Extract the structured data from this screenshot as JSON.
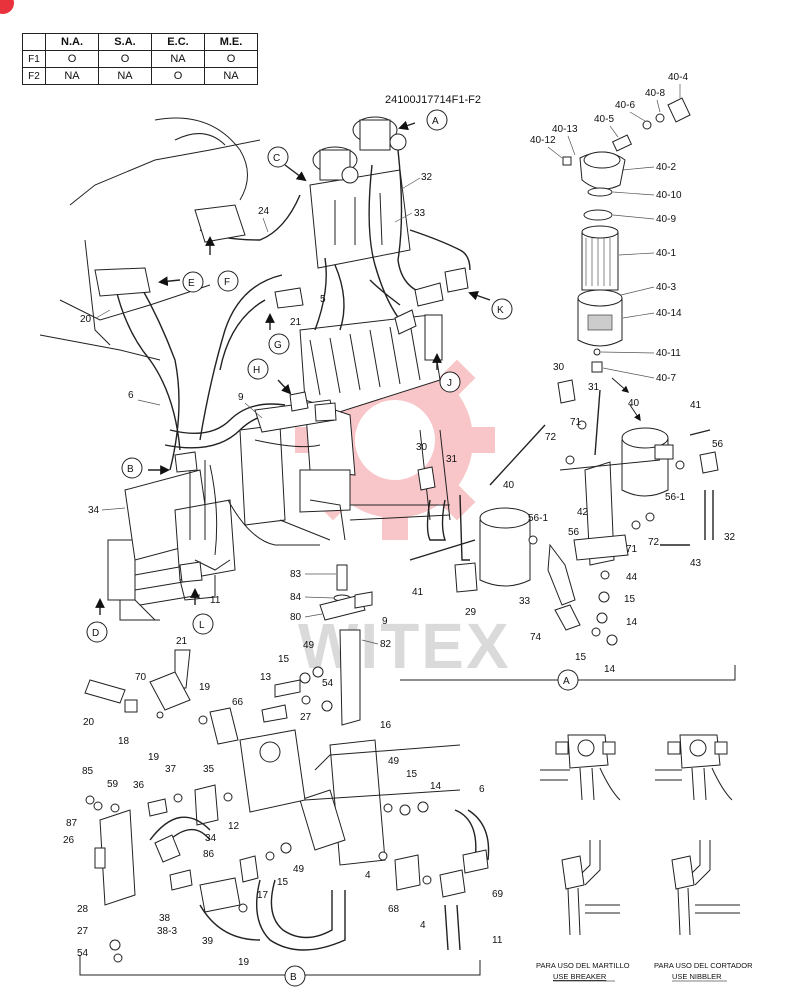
{
  "corner_badge_color": "#e8323c",
  "applicability": {
    "headers": [
      "",
      "N.A.",
      "S.A.",
      "E.C.",
      "M.E."
    ],
    "rows": [
      {
        "label": "F1",
        "values": [
          "O",
          "O",
          "NA",
          "O"
        ]
      },
      {
        "label": "F2",
        "values": [
          "NA",
          "NA",
          "O",
          "NA"
        ]
      }
    ]
  },
  "drawing_number": "24100J17714F1-F2",
  "watermark": "WITEX",
  "watermark_color": "#e8323c",
  "views": {
    "A": "A",
    "B": "B",
    "C": "C",
    "D": "D",
    "E": "E",
    "F": "F",
    "G": "G",
    "H": "H",
    "J": "J",
    "K": "K",
    "L": "L"
  },
  "filter_labels": [
    "40-4",
    "40-8",
    "40-6",
    "40-5",
    "40-13",
    "40-12",
    "40-2",
    "40-10",
    "40-9",
    "40-1",
    "40-3",
    "40-14",
    "40-11",
    "40-7"
  ],
  "main_labels": [
    "32",
    "33",
    "24",
    "20",
    "5",
    "21",
    "6",
    "9",
    "34",
    "11"
  ],
  "detail_a_labels": [
    "30",
    "31",
    "40",
    "41",
    "71",
    "72",
    "56",
    "56-1",
    "30",
    "31",
    "40",
    "42",
    "72",
    "43",
    "32",
    "56-1",
    "41",
    "29",
    "56",
    "71",
    "44",
    "33",
    "15",
    "14",
    "74",
    "15",
    "14"
  ],
  "detail_b_labels": [
    "83",
    "84",
    "80",
    "9",
    "82",
    "21",
    "70",
    "15",
    "49",
    "13",
    "27",
    "20",
    "18",
    "19",
    "66",
    "54",
    "19",
    "16",
    "85",
    "59",
    "36",
    "37",
    "35",
    "49",
    "15",
    "14",
    "6",
    "87",
    "34",
    "12",
    "26",
    "86",
    "17",
    "15",
    "49",
    "4",
    "69",
    "38",
    "38-3",
    "39",
    "68",
    "4",
    "28",
    "27",
    "54",
    "19",
    "11"
  ],
  "captions": {
    "breaker_es": "PARA USO DEL MARTILLO",
    "breaker_en": "USE BREAKER",
    "nibbler_es": "PARA USO DEL CORTADOR",
    "nibbler_en": "USE NIBBLER"
  }
}
